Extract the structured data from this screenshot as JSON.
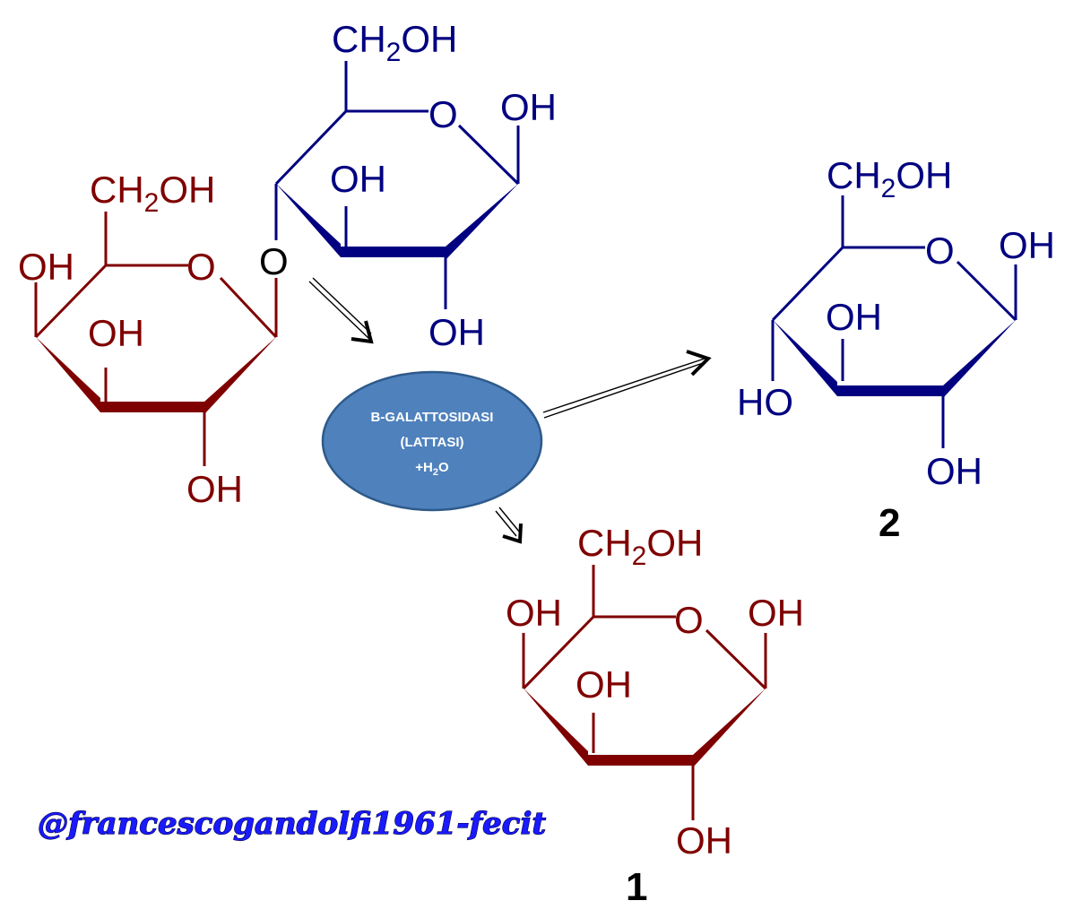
{
  "lactose": {
    "galactose_unit": {
      "ch2oh": [
        "CH",
        "2",
        "OH"
      ],
      "ring_o": "O",
      "oh_left": "OH",
      "oh_mid": "OH",
      "oh_bottom": "OH"
    },
    "glycosidic_o": "O",
    "glucose_unit": {
      "ch2oh": [
        "CH",
        "2",
        "OH"
      ],
      "ring_o": "O",
      "oh_right": "OH",
      "oh_mid": "OH",
      "oh_bottom": "OH"
    }
  },
  "enzyme": {
    "line1": "B-GALATTOSIDASI",
    "line2": "(LATTASI)",
    "line3": [
      "+H",
      "2",
      "O"
    ],
    "color": "#4f81bd"
  },
  "product_glucose": {
    "label": "2",
    "ch2oh": [
      "CH",
      "2",
      "OH"
    ],
    "ring_o": "O",
    "oh_right": "OH",
    "oh_mid": "OH",
    "ho_left": "HO",
    "oh_bottom": "OH"
  },
  "product_galactose": {
    "label": "1",
    "ch2oh": [
      "CH",
      "2",
      "OH"
    ],
    "ring_o": "O",
    "oh_right": "OH",
    "oh_left": "OH",
    "oh_mid": "OH",
    "oh_bottom": "OH"
  },
  "signature": "@francescogandolfi1961-fecit",
  "colors": {
    "galactose": "#7f0000",
    "glucose": "#000080"
  }
}
